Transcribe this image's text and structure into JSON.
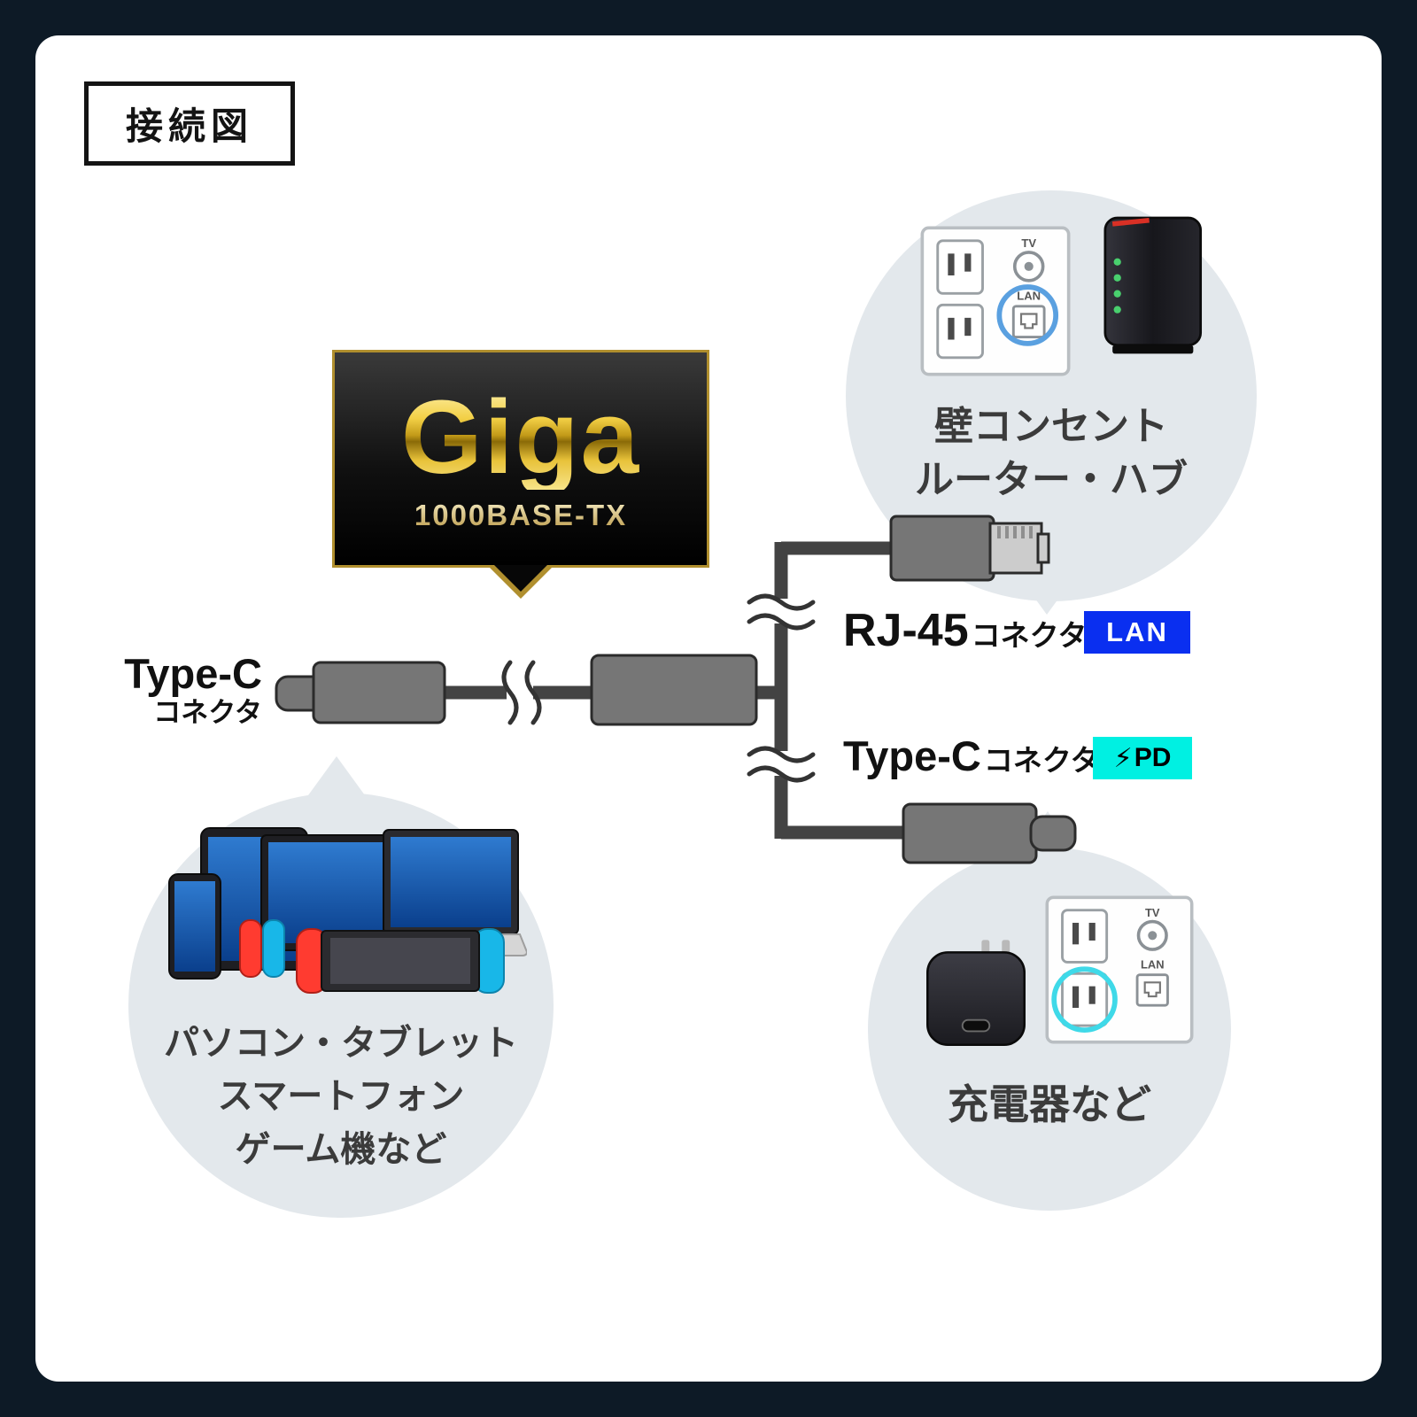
{
  "title": "接続図",
  "giga_badge": {
    "brand": "Giga",
    "standard": "1000BASE-TX"
  },
  "labels": {
    "left_connector": {
      "name": "Type-C",
      "type": "コネクタ"
    },
    "rj45": {
      "name": "RJ-45",
      "type": "コネクタ",
      "badge": "LAN"
    },
    "typec_pd": {
      "name": "Type-C",
      "type": "コネクタ",
      "badge": "PD",
      "badge_icon": "⚡"
    }
  },
  "bubbles": {
    "wall_router": {
      "lines": [
        "壁コンセント",
        "ルーター・ハブ"
      ]
    },
    "devices": {
      "lines": [
        "パソコン・タブレット",
        "スマートフォン",
        "ゲーム機など"
      ]
    },
    "charger": {
      "lines": [
        "充電器など"
      ]
    }
  },
  "wall_plate": {
    "tv_label": "TV",
    "lan_label": "LAN"
  },
  "colors": {
    "frame": "#0d1a26",
    "card": "#ffffff",
    "bubble": "#e3e8ec",
    "lan_badge": "#0a2ff0",
    "pd_badge": "#00f0e2",
    "gold": "#d4af37",
    "cable": "#434343",
    "connector": "#767676",
    "highlight_blue": "#5aa0e0",
    "highlight_cyan": "#3fd9e8",
    "screen_blue": "#1a66c0",
    "joycon_red": "#ff3b30",
    "joycon_blue": "#18b7e8"
  }
}
